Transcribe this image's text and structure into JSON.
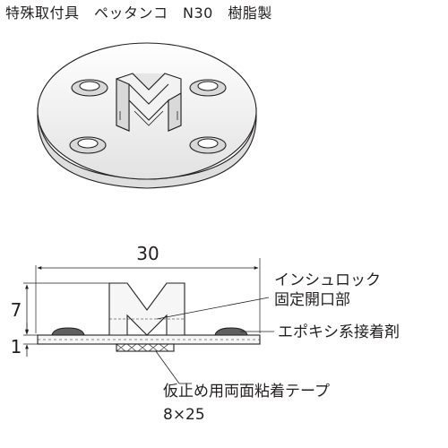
{
  "title": "特殊取付具　ペッタンコ　N30　樹脂製",
  "dimensions": {
    "width": "30",
    "height": "7",
    "base": "1"
  },
  "labels": {
    "insulock_line1": "インシュロック",
    "insulock_line2": "固定開口部",
    "epoxy": "エポキシ系接着剤",
    "tape_line1": "仮止め用両面粘着テープ",
    "tape_line2": "8×25"
  },
  "colors": {
    "stroke": "#231f20",
    "part_fill": "#f4f4f4",
    "tape_fill": "#555555"
  }
}
